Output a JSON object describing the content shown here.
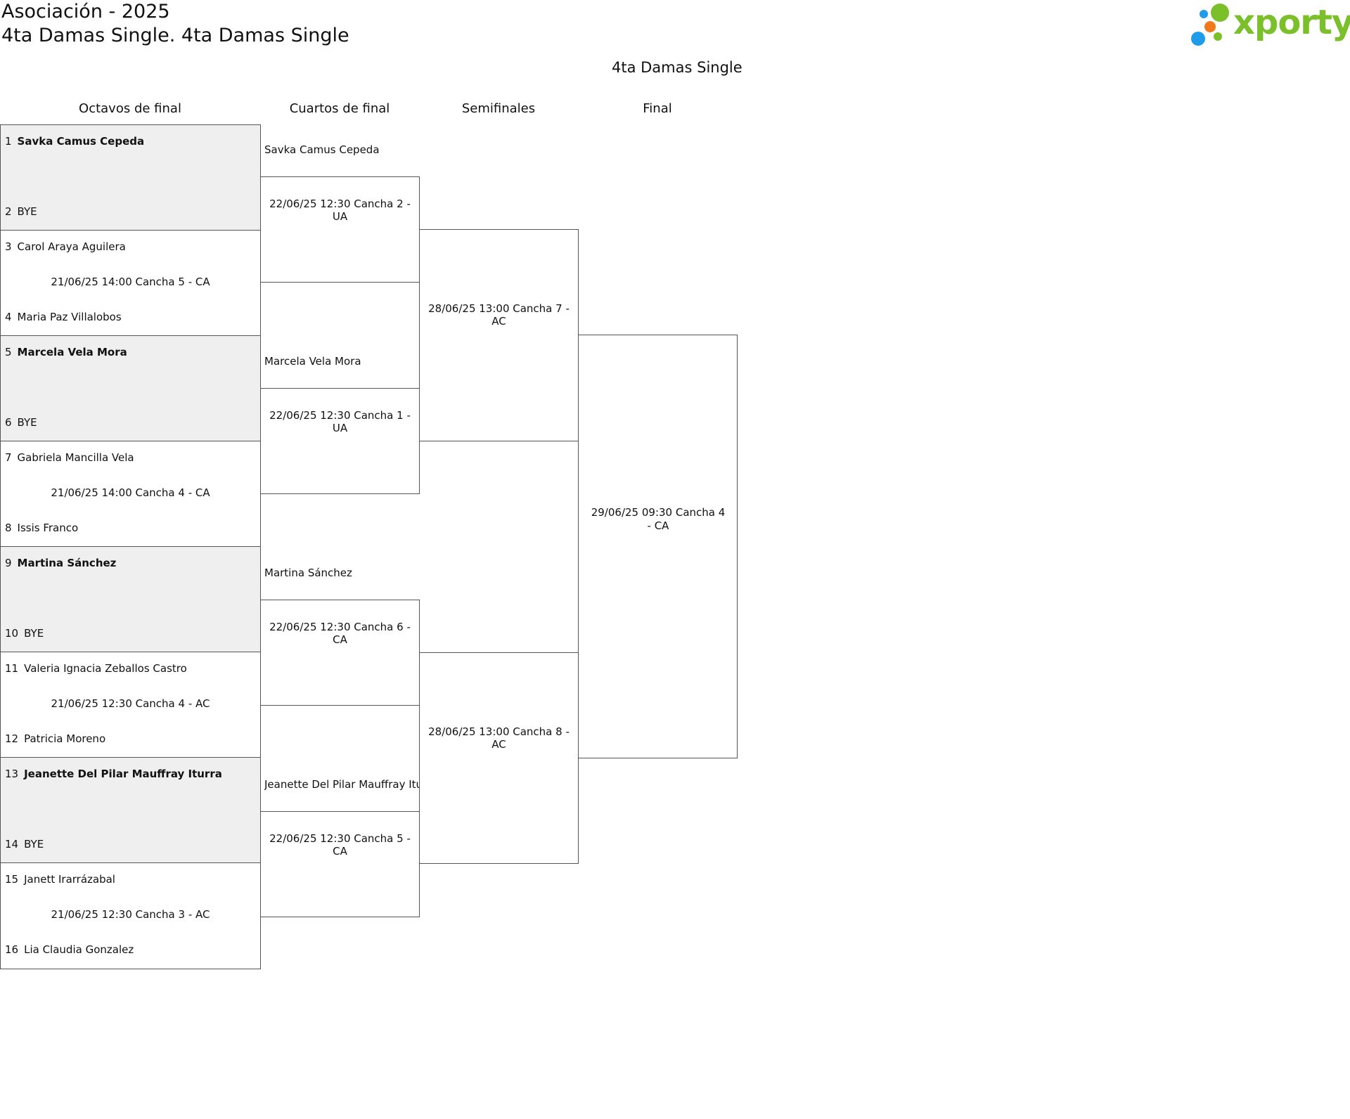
{
  "header": {
    "title": "Asociación - 2025",
    "subtitle": "4ta Damas Single. 4ta Damas Single"
  },
  "logo": {
    "text": "xporty",
    "colors": {
      "green": "#7bbf2a",
      "blue": "#1e9be9",
      "orange": "#f07a1a"
    }
  },
  "bracket": {
    "title": "4ta Damas Single",
    "rounds": [
      "Octavos de final",
      "Cuartos de final",
      "Semifinales",
      "Final"
    ],
    "octavos": [
      {
        "p1": {
          "seed": "1",
          "name": "Savka Camus Cepeda",
          "bold": true
        },
        "p2": {
          "seed": "2",
          "name": "BYE"
        },
        "schedule": "",
        "shaded": true
      },
      {
        "p1": {
          "seed": "3",
          "name": "Carol Araya Aguilera"
        },
        "p2": {
          "seed": "4",
          "name": "Maria Paz Villalobos"
        },
        "schedule": "21/06/25 14:00 Cancha 5 - CA"
      },
      {
        "p1": {
          "seed": "5",
          "name": "Marcela Vela Mora",
          "bold": true
        },
        "p2": {
          "seed": "6",
          "name": "BYE"
        },
        "schedule": "",
        "shaded": true
      },
      {
        "p1": {
          "seed": "7",
          "name": "Gabriela Mancilla Vela"
        },
        "p2": {
          "seed": "8",
          "name": "Issis Franco"
        },
        "schedule": "21/06/25 14:00 Cancha 4 - CA"
      },
      {
        "p1": {
          "seed": "9",
          "name": "Martina Sánchez",
          "bold": true
        },
        "p2": {
          "seed": "10",
          "name": "BYE"
        },
        "schedule": "",
        "shaded": true
      },
      {
        "p1": {
          "seed": "11",
          "name": "Valeria Ignacia Zeballos Castro"
        },
        "p2": {
          "seed": "12",
          "name": "Patricia Moreno"
        },
        "schedule": "21/06/25 12:30 Cancha 4 - AC"
      },
      {
        "p1": {
          "seed": "13",
          "name": "Jeanette Del Pilar Mauffray Iturra",
          "bold": true
        },
        "p2": {
          "seed": "14",
          "name": "BYE"
        },
        "schedule": "",
        "shaded": true
      },
      {
        "p1": {
          "seed": "15",
          "name": "Janett Irarrázabal"
        },
        "p2": {
          "seed": "16",
          "name": "Lia Claudia Gonzalez"
        },
        "schedule": "21/06/25 12:30 Cancha 3 - AC"
      }
    ],
    "cuartos": [
      {
        "advanced": "Savka Camus Cepeda",
        "schedule": "22/06/25 12:30 Cancha 2 - UA"
      },
      {
        "advanced": "Marcela Vela Mora",
        "schedule": "22/06/25 12:30 Cancha 1 - UA"
      },
      {
        "advanced": "Martina Sánchez",
        "schedule": "22/06/25 12:30 Cancha 6 - CA"
      },
      {
        "advanced": "Jeanette Del Pilar Mauffray Iturra",
        "schedule": "22/06/25 12:30 Cancha 5 - CA"
      }
    ],
    "semifinales": [
      {
        "schedule": "28/06/25 13:00 Cancha 7 - AC"
      },
      {
        "schedule": "28/06/25 13:00 Cancha 8 - AC"
      }
    ],
    "final": {
      "schedule": "29/06/25 09:30 Cancha 4 - CA"
    }
  }
}
